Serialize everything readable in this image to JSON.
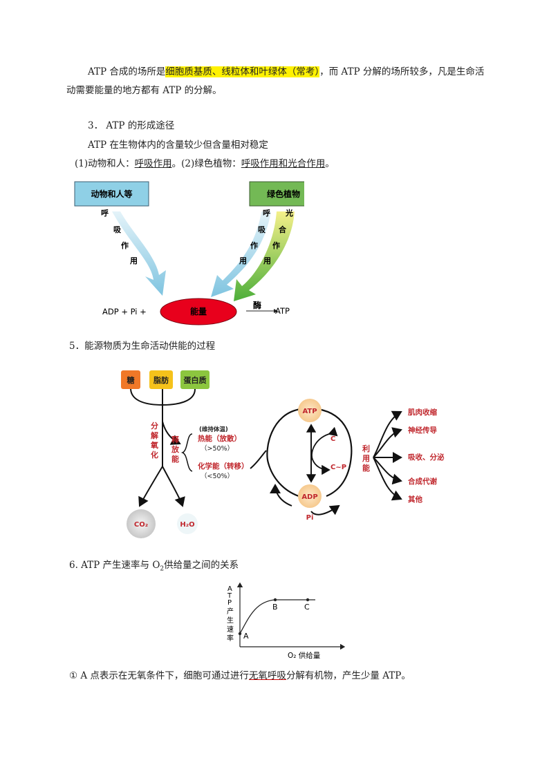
{
  "para1": {
    "line1_a": "ATP 合成的场所是",
    "line1_hl": "细胞质基质、线粒体和叶绿体（常考）",
    "line1_b": "，而 ATP 分解的场所较多，凡是生命活",
    "line2": "动需要能量的地方都有 ATP 的分解。"
  },
  "sec3": {
    "heading": "3．  ATP 的形成途径",
    "line1": "ATP 在生物体内的含量较少但含量相对稳定",
    "line2_a": "(1)动物和人：",
    "line2_ul1": "呼吸作用",
    "line2_b": "。(2)绿色植物：",
    "line2_ul2": "呼吸作用和光合作用",
    "line2_c": "。"
  },
  "diagram1": {
    "box_left": "动物和人等",
    "box_right": "绿色植物",
    "arrow_left_chars": [
      "呼",
      "吸",
      "作",
      "用"
    ],
    "arrow_mid_chars": [
      "呼",
      "吸",
      "作",
      "用"
    ],
    "arrow_right_chars": [
      "光",
      "合",
      "作",
      "用"
    ],
    "left_formula": "ADP + Pi +",
    "energy": "能量",
    "enzyme": "酶",
    "product": "ATP",
    "colors": {
      "left_box": "#8fd0e6",
      "right_box": "#73b955",
      "energy": "#e8001c"
    }
  },
  "sec5": {
    "heading": "5．能源物质为生命活动供能的过程"
  },
  "diagram2": {
    "sugar": "糖",
    "fat": "脂肪",
    "protein": "蛋白质",
    "decompose": [
      "分",
      "解",
      "氧",
      "化"
    ],
    "release": [
      "释",
      "放",
      "能"
    ],
    "maintain": "(维持体温)",
    "heat": "热能（放散）",
    "heat_pct": "（>50%）",
    "chem": "化学能（转移）",
    "chem_pct": "（<50%）",
    "co2": "CO₂",
    "h2o": "H₂O",
    "atp": "ATP",
    "adp": "ADP",
    "pi": "Pi",
    "c": "C",
    "cp": "C~P",
    "use": [
      "利",
      "用",
      "能"
    ],
    "uses": [
      "肌肉收缩",
      "神经传导",
      "吸收、分泌",
      "合成代谢",
      "其他"
    ],
    "colors": {
      "sugar": "#f07828",
      "fat": "#f5c21b",
      "protein": "#8cc63f",
      "text_red": "#c0272d",
      "node": "#fbd7a8"
    }
  },
  "sec6": {
    "heading_a": "6. ATP 产生速率与 O",
    "heading_sub": "2",
    "heading_b": "供给量之间的关系"
  },
  "chart": {
    "ylabel": [
      "A",
      "T",
      "P",
      "产",
      "生",
      "速",
      "率"
    ],
    "xlabel": "O₂ 供给量",
    "point_a": "A",
    "point_b": "B",
    "point_c": "C"
  },
  "note": {
    "text_a": "①  A 点表示在无氧条件下，细胞可通过进行",
    "text_ul": "无氧呼吸",
    "text_b": "分解有机物，产生少量 ATP。"
  }
}
